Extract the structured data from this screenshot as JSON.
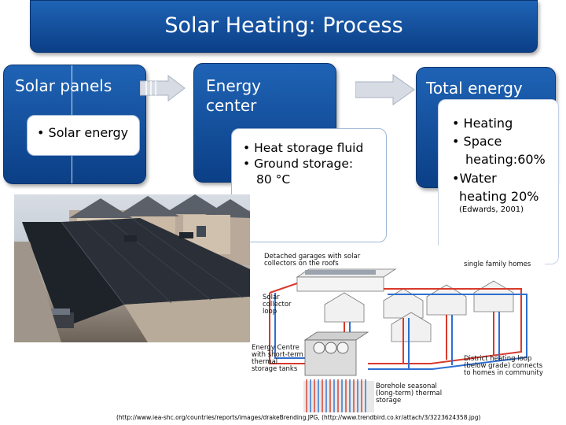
{
  "title": "Solar Heating: Process",
  "col1": {
    "heading": "Solar panels",
    "bullet": "Solar energy"
  },
  "col2": {
    "heading_line1": "Energy",
    "heading_line2": "center",
    "bullets": [
      "Heat storage fluid",
      "Ground storage:",
      "80 °C"
    ]
  },
  "col3": {
    "heading": "Total energy",
    "bullets": [
      "Heating",
      "Space",
      "heating:60%",
      "Water",
      "heating 20%"
    ],
    "citation": "(Edwards, 2001)"
  },
  "diagram_labels": {
    "garages": "Detached garages with solar collectors on the roofs",
    "homes": "single family homes",
    "collector_loop": "Solar collector loop",
    "energy_centre": "Energy Centre with short-term thermal storage tanks",
    "borehole": "Borehole seasonal (long-term) thermal storage",
    "district_loop": "District heating loop (below grade) connects to homes in community"
  },
  "footer": "(http://www.iea-shc.org/countries/reports/images/drakeBrending.JPG, (http://www.trendbird.co.kr/attach/3/3223624358.jpg)",
  "colors": {
    "title_bg": "#1a5aab",
    "box_blue": "#14509f",
    "pipe_red": "#d83a2c",
    "pipe_blue": "#2f6fd0"
  }
}
